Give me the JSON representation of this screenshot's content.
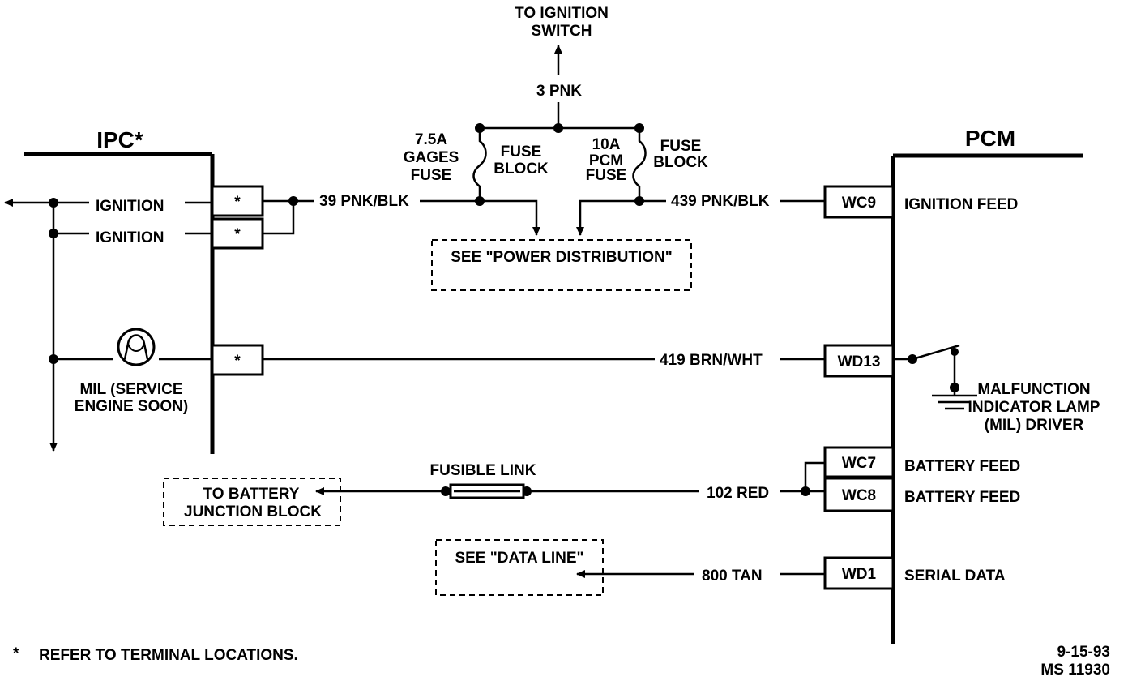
{
  "ignition_switch": {
    "line1": "TO IGNITION",
    "line2": "SWITCH",
    "wire": "3 PNK"
  },
  "ipc": {
    "title": "IPC*",
    "terminal_mark": "*",
    "ignition_label_1": "IGNITION",
    "ignition_label_2": "IGNITION",
    "mil_line1": "MIL (SERVICE",
    "mil_line2": "ENGINE SOON)"
  },
  "pcm": {
    "title": "PCM",
    "terminals": [
      {
        "id": "WC9",
        "function": "IGNITION FEED"
      },
      {
        "id": "WD13",
        "function": ""
      },
      {
        "id": "WC7",
        "function": "BATTERY FEED"
      },
      {
        "id": "WC8",
        "function": "BATTERY FEED"
      },
      {
        "id": "WD1",
        "function": "SERIAL DATA"
      }
    ],
    "mil_driver": [
      "MALFUNCTION",
      "INDICATOR LAMP",
      "(MIL) DRIVER"
    ]
  },
  "fuses": {
    "gages": [
      "7.5A",
      "GAGES",
      "FUSE"
    ],
    "gages_block": [
      "FUSE",
      "BLOCK"
    ],
    "pcm": [
      "10A",
      "PCM",
      "FUSE"
    ],
    "pcm_block": [
      "FUSE",
      "BLOCK"
    ]
  },
  "wires": {
    "ipc_feed": "39 PNK/BLK",
    "pcm_feed": "439 PNK/BLK",
    "mil": "419 BRN/WHT",
    "battery": "102 RED",
    "data": "800 TAN"
  },
  "references": {
    "power": "SEE \"POWER DISTRIBUTION\"",
    "data": "SEE \"DATA LINE\"",
    "battery_line1": "TO BATTERY",
    "battery_line2": "JUNCTION BLOCK"
  },
  "fusible_link": "FUSIBLE LINK",
  "footnote": {
    "mark": "*",
    "text": "REFER TO TERMINAL LOCATIONS."
  },
  "stamp": {
    "date": "9-15-93",
    "code": "MS 11930"
  },
  "colors": {
    "ink": "#000000",
    "paper": "#ffffff"
  }
}
